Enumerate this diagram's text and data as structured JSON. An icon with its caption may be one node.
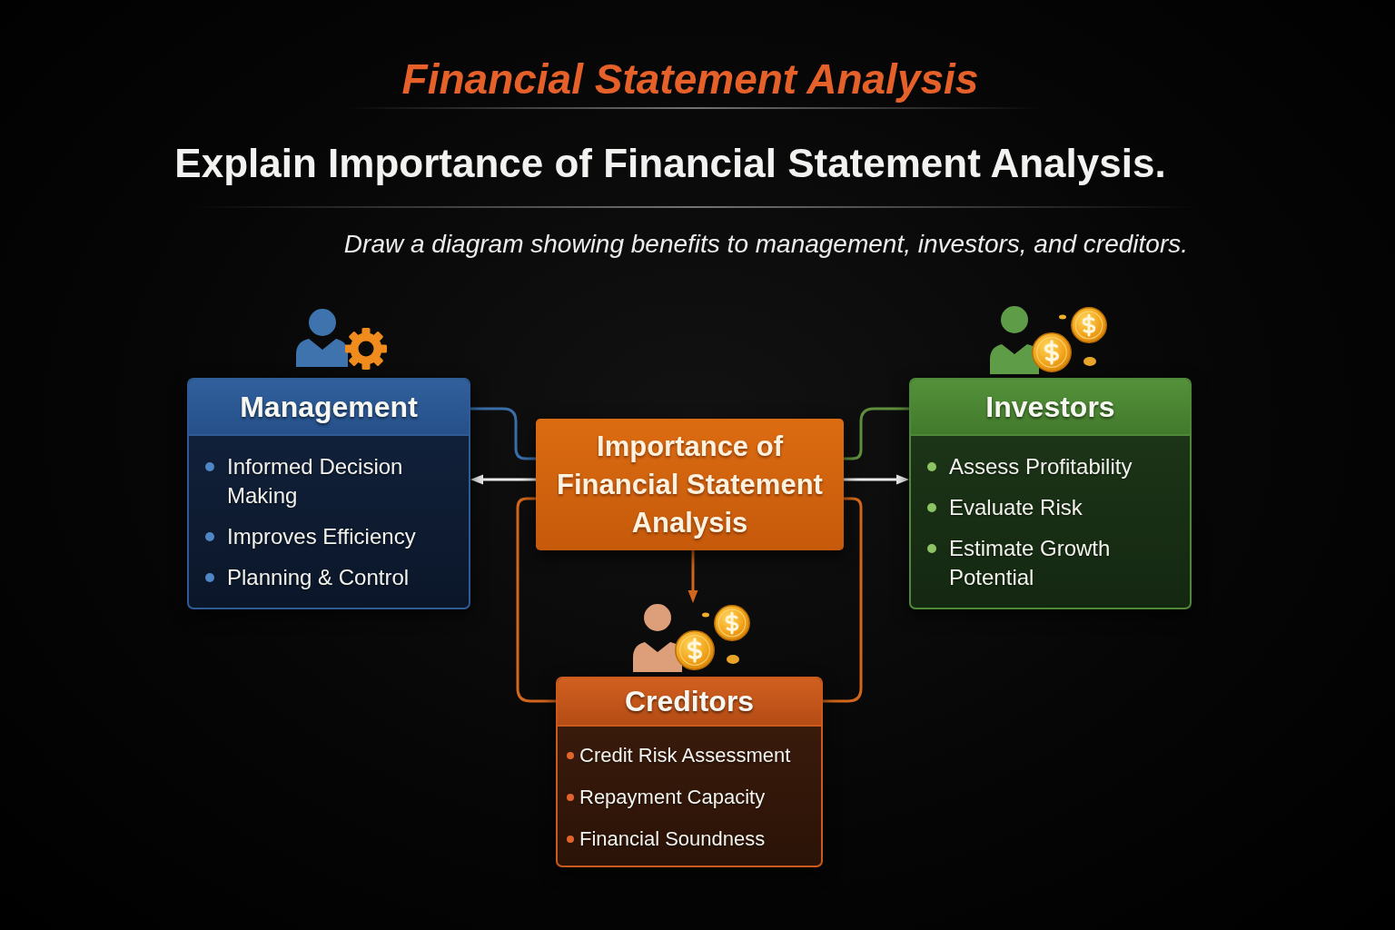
{
  "diagram": {
    "title": "Financial Statement Analysis",
    "nodes": [
      {
        "text": [
          "Management",
          "Informed Decision Making",
          "Improves Efficiency",
          "Planning & Control"
        ]
      },
      {
        "text": [
          "Importance of Financial Statement Analysis"
        ]
      },
      {
        "text": [
          "Investors",
          "Assess Profitability",
          "Evaluate Risk",
          "Estimate Growth Potential"
        ]
      },
      {
        "text": [],
        "shape": "picture"
      },
      {
        "text": [
          "Creditors",
          "Credit Risk Assessment",
          "Repayment Capacity",
          "Financial Soundness"
        ]
      }
    ],
    "edges": [
      {
        "from": 0,
        "to": 1,
        "arrow": "none",
        "color": "#3a6ea8"
      },
      {
        "from": 1,
        "to": 0,
        "arrow": "to",
        "color": "#ececec"
      },
      {
        "from": 1,
        "to": 2,
        "arrow": "none",
        "color": "#5e8f3e"
      },
      {
        "from": 1,
        "to": 2,
        "arrow": "to",
        "color": "#ececec"
      },
      {
        "from": 1,
        "to": 3,
        "arrow": "to"
      },
      {
        "from": 1,
        "to": 4,
        "arrow": "none"
      },
      {
        "from": 1,
        "to": 4,
        "arrow": "none"
      }
    ],
    "labels": [
      "Explain Importance of Financial Statement Analysis.",
      "Draw a diagram showing benefits to management, investors, and creditors."
    ]
  }
}
